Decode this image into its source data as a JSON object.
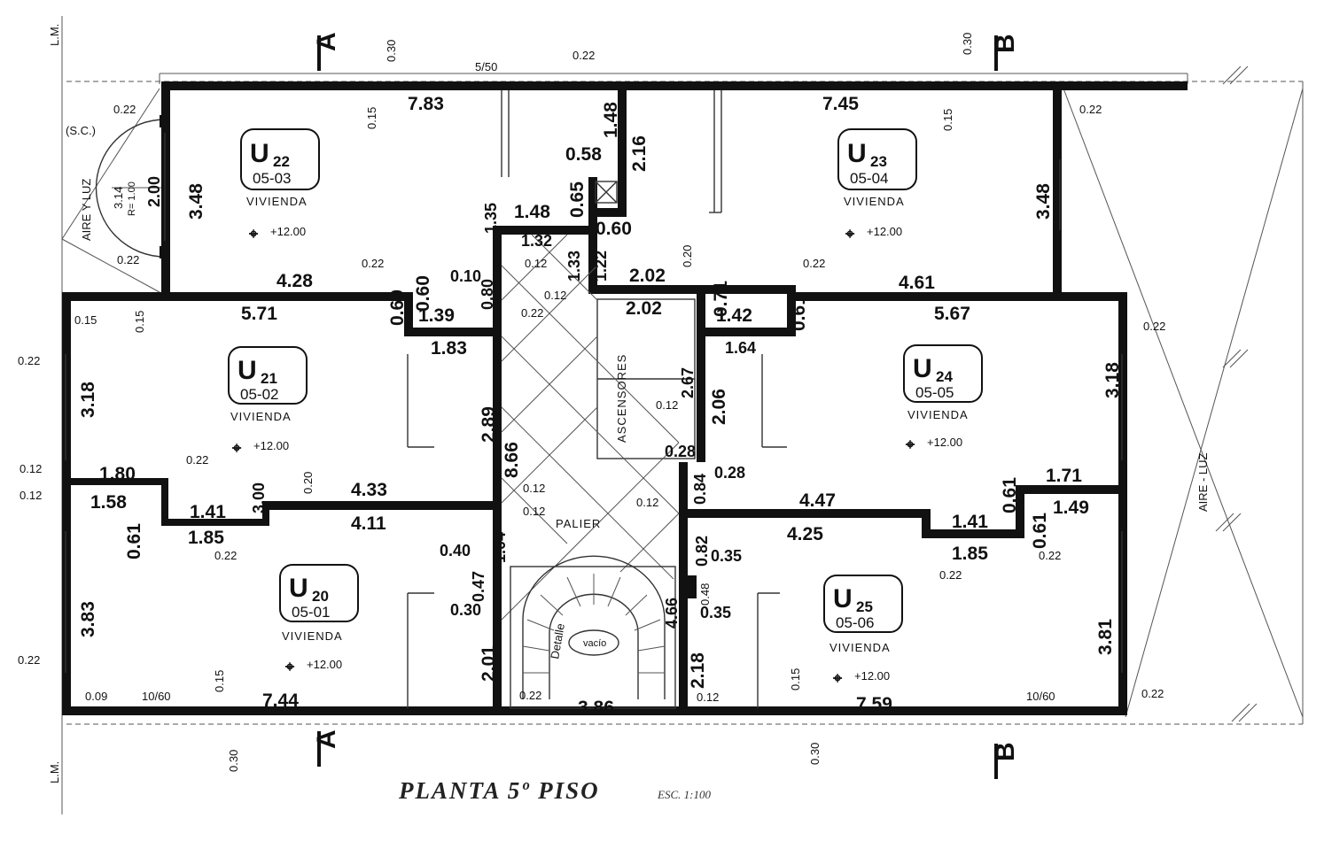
{
  "title": "PLANTA 5º PISO",
  "scale": "ESC. 1:100",
  "boundary": {
    "lm": "L.M."
  },
  "sections": {
    "a_top": "A",
    "a_bottom": "A",
    "b_top": "B",
    "b_bottom": "B"
  },
  "units": [
    {
      "id": "U",
      "num": "22",
      "code": "05-03",
      "type": "VIVIENDA",
      "level": "+12.00"
    },
    {
      "id": "U",
      "num": "23",
      "code": "05-04",
      "type": "VIVIENDA",
      "level": "+12.00"
    },
    {
      "id": "U",
      "num": "21",
      "code": "05-02",
      "type": "VIVIENDA",
      "level": "+12.00"
    },
    {
      "id": "U",
      "num": "24",
      "code": "05-05",
      "type": "VIVIENDA",
      "level": "+12.00"
    },
    {
      "id": "U",
      "num": "20",
      "code": "05-01",
      "type": "VIVIENDA",
      "level": "+12.00"
    },
    {
      "id": "U",
      "num": "25",
      "code": "05-06",
      "type": "VIVIENDA",
      "level": "+12.00"
    }
  ],
  "labels": {
    "palier": "PALIER",
    "ascensores": "ASCENSORES",
    "aire_luz_left": "AIRE Y LUZ",
    "aire_luz_right": "AIRE - LUZ",
    "sc": "(S.C.)",
    "detalle": "Detalle",
    "vacio": "vacío",
    "r_100": "R= 1.00"
  },
  "dims": {
    "d783": "7.83",
    "d745": "7.45",
    "d348a": "3.48",
    "d348b": "3.48",
    "d428": "4.28",
    "d461": "4.61",
    "d571": "5.71",
    "d567": "5.67",
    "d318a": "3.18",
    "d318b": "3.18",
    "d180": "1.80",
    "d158": "1.58",
    "d433": "4.33",
    "d411": "4.11",
    "d447": "4.47",
    "d425": "4.25",
    "d171": "1.71",
    "d149": "1.49",
    "d141a": "1.41",
    "d141b": "1.41",
    "d185a": "1.85",
    "d185b": "1.85",
    "d383": "3.83",
    "d381": "3.81",
    "d744": "7.44",
    "d759": "7.59",
    "d386": "3.86",
    "d201": "2.01",
    "d218": "2.18",
    "d289": "2.89",
    "d866": "8.66",
    "d206": "2.06",
    "d267": "2.67",
    "d183": "1.83",
    "d139": "1.39",
    "d164": "1.64",
    "d142": "1.42",
    "d202a": "2.02",
    "d202b": "2.02",
    "d148a": "1.48",
    "d148b": "1.48",
    "d216": "2.16",
    "d058": "0.58",
    "d065": "0.65",
    "d060": "0.60",
    "d132": "1.32",
    "d133": "1.33",
    "d122": "1.22",
    "d135": "1.35",
    "d010": "0.10",
    "d040": "0.40",
    "d030a": "0.30",
    "d047": "0.47",
    "d104": "1.04",
    "d082": "0.82",
    "d035a": "0.35",
    "d035b": "0.35",
    "d048": "0.48",
    "d066": "4.66",
    "d028a": "0.28",
    "d028b": "0.28",
    "d084": "0.84",
    "d061a": "0.61",
    "d061b": "0.61",
    "d061c": "0.61",
    "d061d": "0.61",
    "d071": "0.71",
    "d060b": "0.60",
    "d060c": "0.60",
    "d080": "0.80",
    "d300": "3.00",
    "d314": "3.14",
    "d200": "2.00",
    "s022": "0.22",
    "s015": "0.15",
    "s030": "0.30",
    "s012": "0.12",
    "s020": "0.20",
    "s009": "0.09",
    "s1060": "10/60",
    "s550": "5/50"
  }
}
